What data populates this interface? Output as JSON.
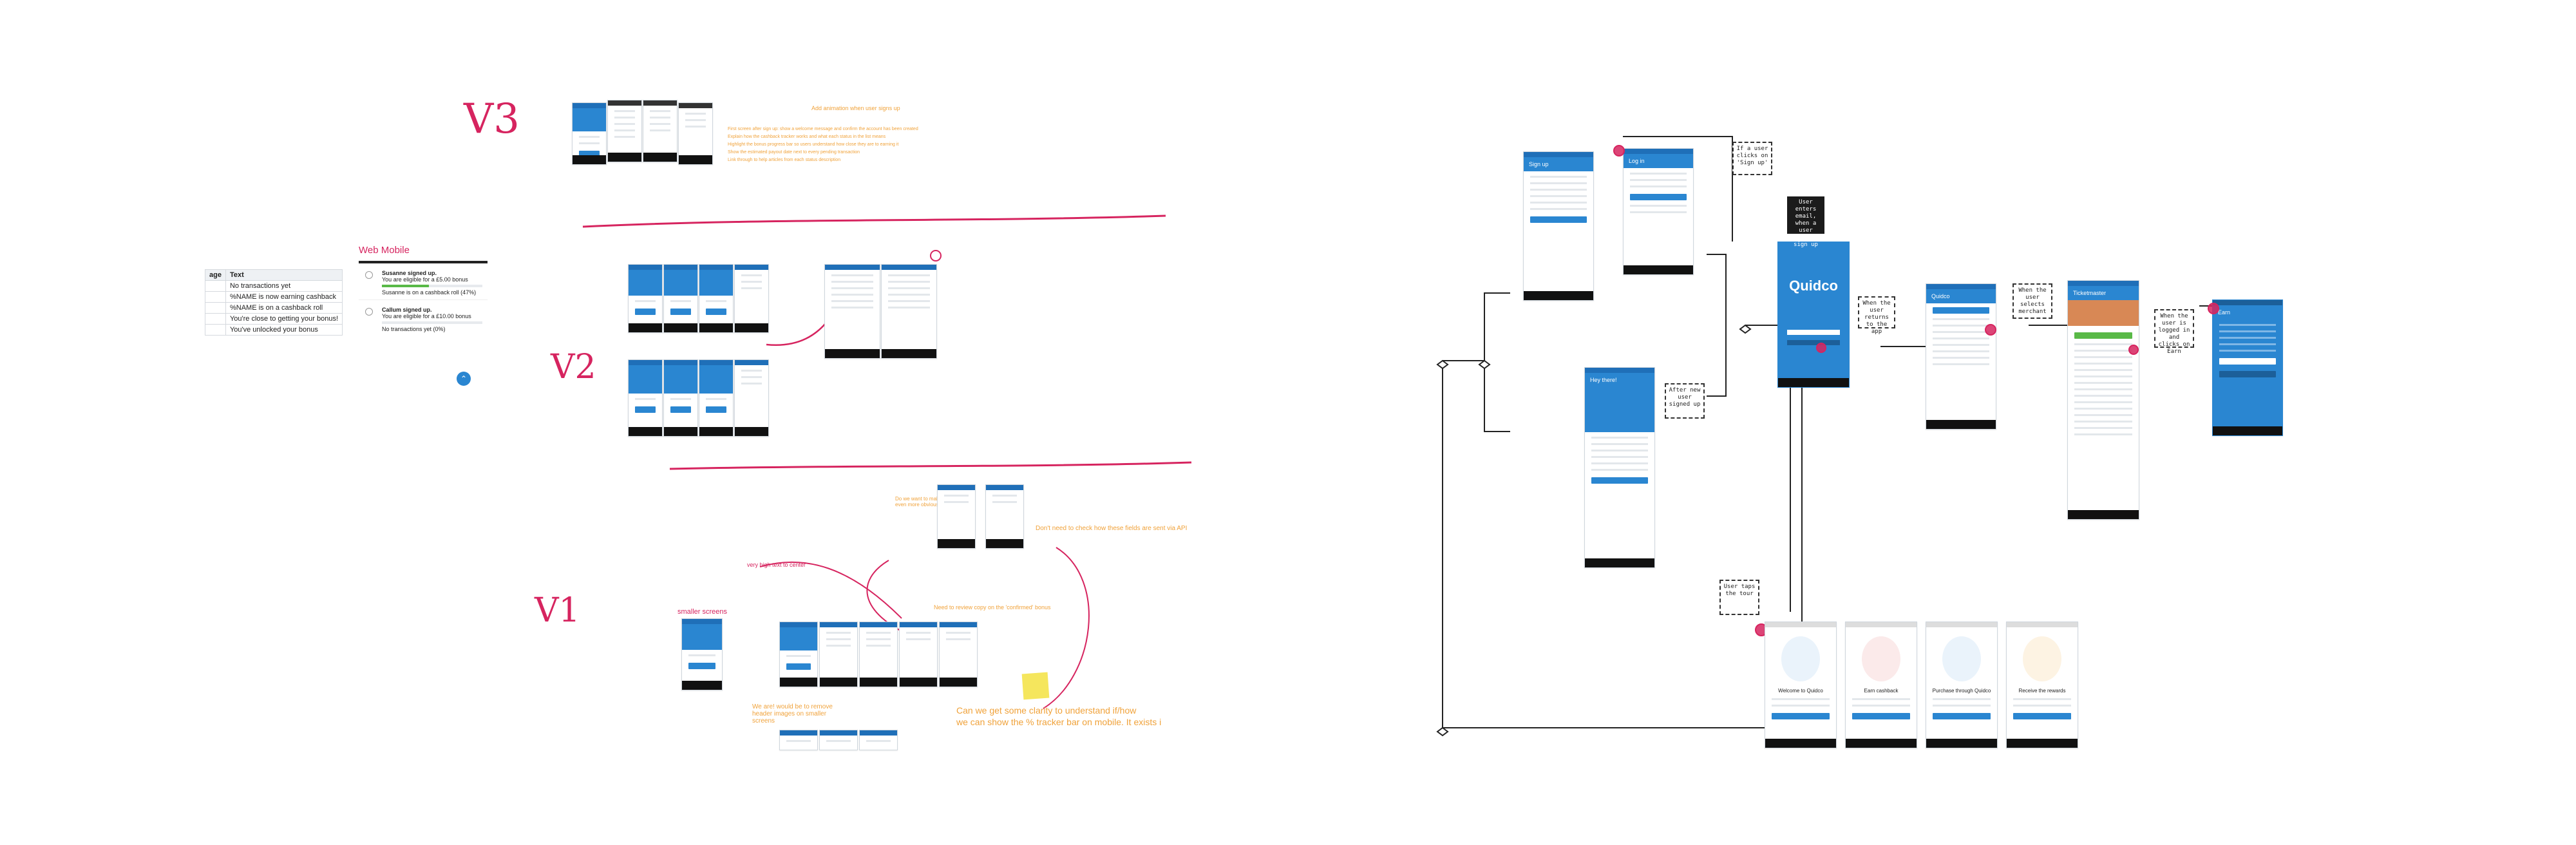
{
  "left_board": {
    "section_labels": {
      "v3": "V3",
      "v2": "V2",
      "v1": "V1"
    },
    "v3_notes": {
      "top": "Add animation when user signs up",
      "lines": [
        "First screen after sign up: show a welcome message and confirm the account has been created",
        "Explain how the cashback tracker works and what each status in the list means",
        "Highlight the bonus progress bar so users understand how close they are to earning it",
        "Show the estimated payout date next to every pending transaction",
        "Link through to help articles from each status description"
      ]
    },
    "web_mobile": {
      "title": "Web Mobile",
      "items": [
        {
          "title": "Susanne signed up.",
          "line1": "You are eligible for a £5.00 bonus",
          "line2": "Susanne is on a cashback roll (47%)"
        },
        {
          "title": "Callum signed up.",
          "line1": "You are eligible for a £10.00 bonus",
          "line2": "No transactions yet (0%)"
        }
      ]
    },
    "table": {
      "headers": [
        "age",
        "Text"
      ],
      "rows": [
        [
          "",
          "No transactions yet"
        ],
        [
          "",
          "%NAME is now earning cashback"
        ],
        [
          "",
          "%NAME is on a cashback roll"
        ],
        [
          "",
          "You're close to getting your bonus!"
        ],
        [
          "",
          "You've unlocked your bonus"
        ]
      ]
    },
    "v1_annotations": {
      "smaller_screens": "smaller screens",
      "very_high_text": "very high text to center",
      "question_note": "Do we want to make this even more obvious?",
      "tracker_note": "Need to review copy on the 'confirmed' bonus",
      "check_fields": "Don't need to check how these fields are sent via API",
      "remove_header": "We are! would be to remove header images on smaller screens",
      "clarity_line1": "Can we get some clarity to understand if/how",
      "clarity_line2": "we can show the % tracker bar on mobile. It exists i"
    }
  },
  "right_board": {
    "brand": "Quidco",
    "notes": [
      "If a user clicks on 'Sign up'",
      "User enters email, when a user clicks sign up",
      "When the user returns to the app",
      "After new user signed up",
      "When the user selects merchant",
      "When the user is logged in and clicks on Earn",
      "User taps the tour"
    ],
    "onboarding_titles": [
      "Welcome to Quidco",
      "Earn cashback",
      "Purchase through Quidco",
      "Receive the rewards"
    ],
    "phone_titles": {
      "signup": "Sign up",
      "login": "Log in",
      "welcome": "Hey there!",
      "offers": "Quidco",
      "merchant": "Ticketmaster",
      "earn": "Earn"
    }
  }
}
